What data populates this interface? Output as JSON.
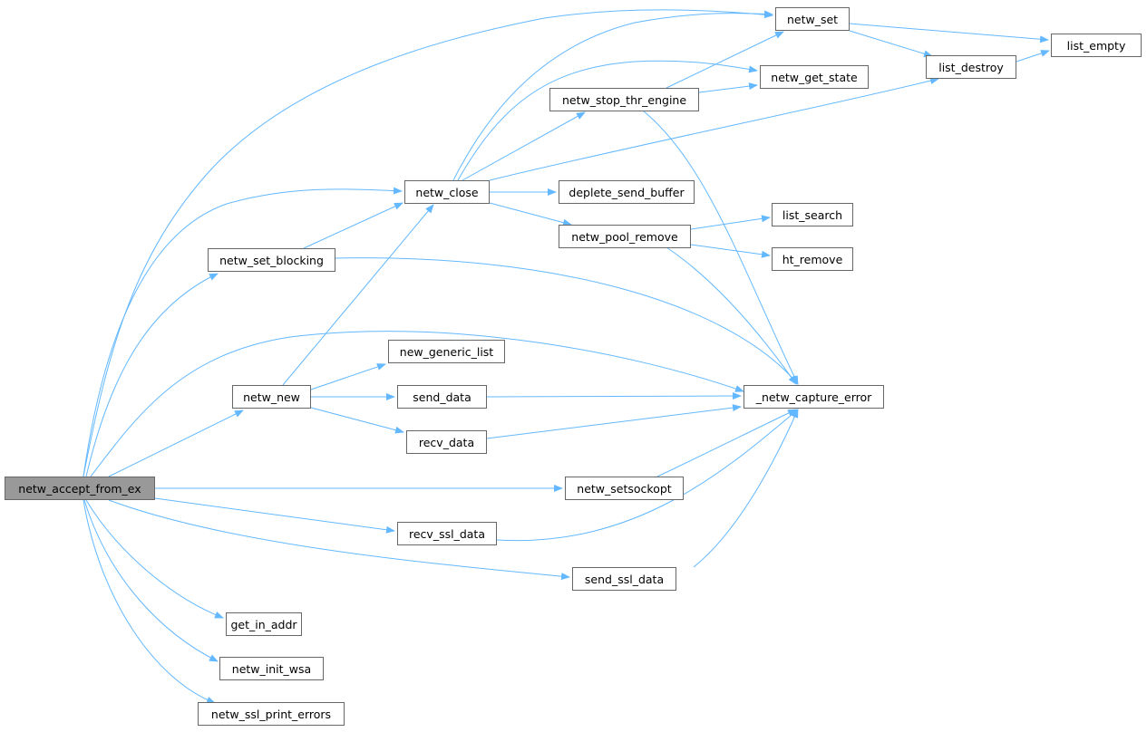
{
  "root": "netw_accept_from_ex",
  "colors": {
    "edge": "#63b8ff",
    "root_fill": "#999999",
    "node_border": "#666666"
  },
  "nodes": {
    "netw_accept_from_ex": "netw_accept_from_ex",
    "netw_set": "netw_set",
    "list_empty": "list_empty",
    "list_destroy": "list_destroy",
    "netw_get_state": "netw_get_state",
    "netw_stop_thr_engine": "netw_stop_thr_engine",
    "netw_close": "netw_close",
    "deplete_send_buffer": "deplete_send_buffer",
    "list_search": "list_search",
    "netw_pool_remove": "netw_pool_remove",
    "ht_remove": "ht_remove",
    "netw_set_blocking": "netw_set_blocking",
    "new_generic_list": "new_generic_list",
    "netw_new": "netw_new",
    "send_data": "send_data",
    "_netw_capture_error": "_netw_capture_error",
    "recv_data": "recv_data",
    "netw_setsockopt": "netw_setsockopt",
    "recv_ssl_data": "recv_ssl_data",
    "send_ssl_data": "send_ssl_data",
    "get_in_addr": "get_in_addr",
    "netw_init_wsa": "netw_init_wsa",
    "netw_ssl_print_errors": "netw_ssl_print_errors"
  }
}
